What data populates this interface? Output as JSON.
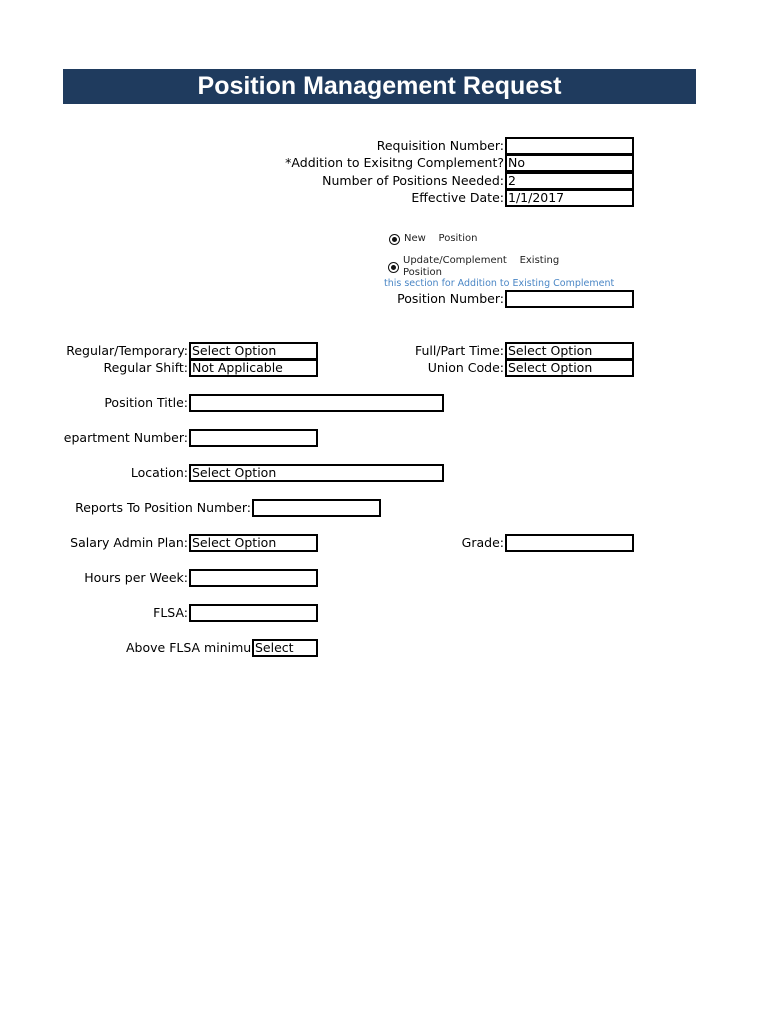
{
  "title": "Position Management Request",
  "header_fields": {
    "requisition_label": "Requisition Number:",
    "requisition_value": "",
    "addition_label": "*Addition to Exisitng Complement?",
    "addition_value": "No",
    "num_positions_label": "Number of Positions Needed:",
    "num_positions_value": "2",
    "effective_date_label": "Effective Date:",
    "effective_date_value": "1/1/2017"
  },
  "radio_options": {
    "new_position": "New    Position",
    "update_line1": "Update/Complement    Existing",
    "update_line2": "Position"
  },
  "note_text": "this section for   Addition to Existing Complement",
  "position_number": {
    "label": "Position Number:",
    "value": ""
  },
  "fields": {
    "regular_temporary_label": "Regular/Temporary:",
    "regular_temporary_value": "Select Option",
    "full_part_time_label": "Full/Part Time:",
    "full_part_time_value": "Select Option",
    "regular_shift_label": "Regular Shift:",
    "regular_shift_value": "Not Applicable",
    "union_code_label": "Union Code:",
    "union_code_value": "Select Option",
    "position_title_label": "Position Title:",
    "position_title_value": "",
    "department_number_label": "Department Number:",
    "department_number_value": "",
    "location_label": "Location:",
    "location_value": "Select Option",
    "reports_to_label": "Reports To Position Number:",
    "reports_to_value": "",
    "salary_admin_plan_label": "Salary Admin Plan:",
    "salary_admin_plan_value": "Select Option",
    "grade_label": "Grade:",
    "grade_value": "",
    "hours_per_week_label": "Hours per Week:",
    "hours_per_week_value": "",
    "flsa_label": "FLSA:",
    "flsa_value": "",
    "above_flsa_label": "Above FLSA minimum",
    "above_flsa_value": "Select"
  }
}
